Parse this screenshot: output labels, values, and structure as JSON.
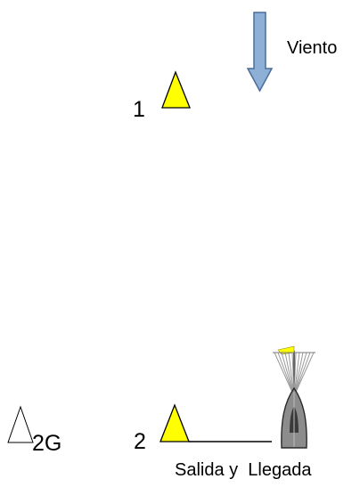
{
  "wind": {
    "label": "Viento",
    "icon": "down-arrow-icon",
    "color": "#8fb0d6",
    "outline": "#4a6d9a"
  },
  "marks": [
    {
      "id": "1",
      "label": "1",
      "icon": "triangle-buoy-icon",
      "fill": "#ffff00"
    },
    {
      "id": "2",
      "label": "2",
      "icon": "triangle-buoy-icon",
      "fill": "#ffff00"
    },
    {
      "id": "2G",
      "label": "2G",
      "icon": "triangle-buoy-icon",
      "fill": "#ffffff"
    }
  ],
  "start_finish": {
    "label": "Salida y  Llegada",
    "boat_icon": "committee-boat-icon",
    "hull_color": "#8c8c8c",
    "flag_color": "#ffff00"
  }
}
